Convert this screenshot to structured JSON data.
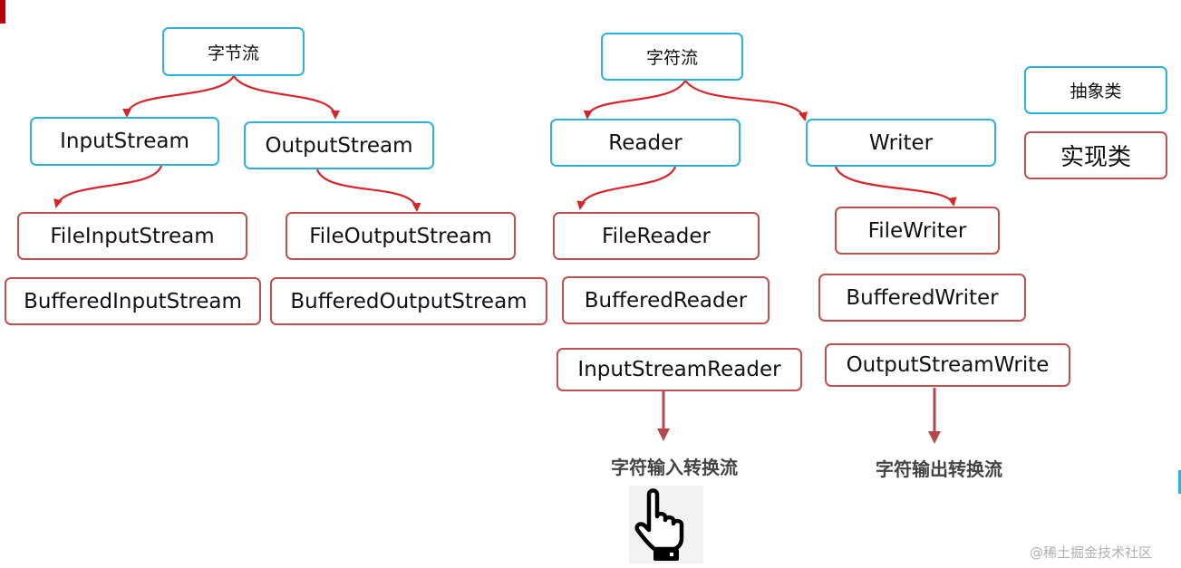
{
  "diagram": {
    "byte_stream": {
      "root": "字节流",
      "input": "InputStream",
      "output": "OutputStream",
      "file_input": "FileInputStream",
      "buffered_input": "BufferedInputStream",
      "file_output": "FileOutputStream",
      "buffered_output": "BufferedOutputStream"
    },
    "char_stream": {
      "root": "字符流",
      "reader": "Reader",
      "writer": "Writer",
      "file_reader": "FileReader",
      "buffered_reader": "BufferedReader",
      "input_stream_reader": "InputStreamReader",
      "file_writer": "FileWriter",
      "buffered_writer": "BufferedWriter",
      "output_stream_write": "OutputStreamWrite"
    },
    "legend": {
      "abstract": "抽象类",
      "impl": "实现类"
    },
    "captions": {
      "input_convert": "字符输入转换流",
      "output_convert": "字符输出转换流"
    },
    "watermark": "@稀土掘金技术社区",
    "colors": {
      "abstract_border": "#2bb3d8",
      "impl_border": "#c0504d",
      "arrow": "#d7262b",
      "down_arrow": "#b5484a"
    },
    "icons": {
      "hand": "hand-pointer-icon"
    }
  }
}
